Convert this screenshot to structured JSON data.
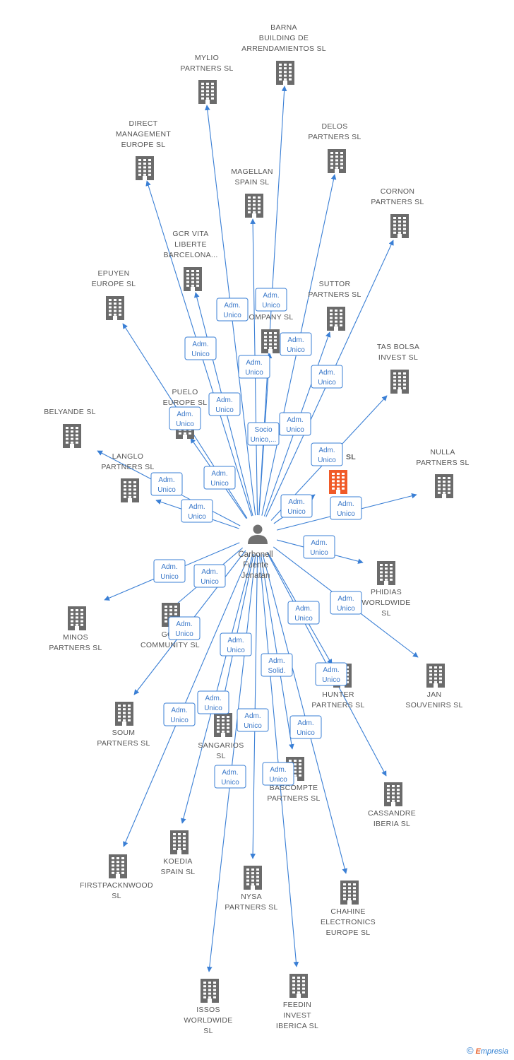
{
  "person": {
    "name_lines": [
      "Carbonell",
      "Fuente",
      "Jonatan"
    ]
  },
  "colors": {
    "edge": "#3a7fd5",
    "building": "#6b6b6b",
    "highlight": "#f05a28",
    "label": "#555555"
  },
  "companies": [
    {
      "id": "barna",
      "lines": [
        "BARNA",
        "BUILDING DE",
        "ARRENDAMIENTOS SL"
      ],
      "role_lines": [
        "Adm.",
        "Unico"
      ]
    },
    {
      "id": "mylio",
      "lines": [
        "MYLIO",
        "PARTNERS SL"
      ],
      "role_lines": [
        "Adm.",
        "Unico"
      ]
    },
    {
      "id": "direct",
      "lines": [
        "DIRECT",
        "MANAGEMENT",
        "EUROPE SL"
      ],
      "role_lines": [
        "Adm.",
        "Unico"
      ]
    },
    {
      "id": "delos",
      "lines": [
        "DELOS",
        "PARTNERS SL"
      ],
      "role_lines": [
        "Adm.",
        "Unico"
      ]
    },
    {
      "id": "magellan",
      "lines": [
        "MAGELLAN",
        "SPAIN SL"
      ],
      "role_lines": [
        "Adm.",
        "Unico"
      ]
    },
    {
      "id": "cornon",
      "lines": [
        "CORNON",
        "PARTNERS SL"
      ],
      "role_lines": [
        "Adm.",
        "Unico"
      ]
    },
    {
      "id": "gcr",
      "lines": [
        "GCR VITA",
        "LIBERTE",
        "BARCELONA..."
      ],
      "role_lines": [
        "Adm.",
        "Unico"
      ]
    },
    {
      "id": "epuyen",
      "lines": [
        "EPUYEN",
        "EUROPE SL"
      ],
      "role_lines": [
        "Adm.",
        "Unico"
      ]
    },
    {
      "id": "company",
      "lines": [
        "OMPANY SL"
      ],
      "role_lines": [
        "Socio",
        "Unico,..."
      ]
    },
    {
      "id": "suttor",
      "lines": [
        "SUTTOR",
        "PARTNERS SL"
      ],
      "role_lines": [
        "Adm.",
        "Unico"
      ]
    },
    {
      "id": "tasbolsa",
      "lines": [
        "TAS BOLSA",
        "INVEST SL"
      ],
      "role_lines": [
        "Adm.",
        "Unico"
      ]
    },
    {
      "id": "puelo",
      "lines": [
        "PUELO",
        "EUROPE SL"
      ],
      "role_lines": [
        "Adm.",
        "Unico"
      ]
    },
    {
      "id": "belyande",
      "lines": [
        "BELYANDE SL"
      ],
      "role_lines": [
        "Adm.",
        "Unico"
      ]
    },
    {
      "id": "langlo",
      "lines": [
        "LANGLO",
        "PARTNERS SL"
      ],
      "role_lines": [
        "Adm.",
        "Unico"
      ]
    },
    {
      "id": "highlight",
      "lines": [
        "SL"
      ],
      "role_lines": [
        "Adm.",
        "Unico"
      ]
    },
    {
      "id": "nulla",
      "lines": [
        "NULLA",
        "PARTNERS SL"
      ],
      "role_lines": [
        "Adm.",
        "Unico"
      ]
    },
    {
      "id": "phidias",
      "lines": [
        "PHIDIAS",
        "WORLDWIDE",
        "SL"
      ],
      "role_lines": [
        "Adm.",
        "Unico"
      ]
    },
    {
      "id": "minos",
      "lines": [
        "MINOS",
        "PARTNERS SL"
      ],
      "role_lines": [
        "Adm.",
        "Unico"
      ]
    },
    {
      "id": "gor",
      "lines": [
        "GOR",
        "COMMUNITY SL"
      ],
      "role_lines": [
        "Adm.",
        "Unico"
      ]
    },
    {
      "id": "jan",
      "lines": [
        "JAN",
        "SOUVENIRS SL"
      ],
      "role_lines": [
        "Adm.",
        "Unico"
      ]
    },
    {
      "id": "hunter",
      "lines": [
        "HUNTER",
        "PARTNERS SL"
      ],
      "role_lines": [
        "Adm.",
        "Unico"
      ]
    },
    {
      "id": "soum",
      "lines": [
        "SOUM",
        "PARTNERS SL"
      ],
      "role_lines": [
        "Adm.",
        "Unico"
      ]
    },
    {
      "id": "sangarios",
      "lines": [
        "SANGARIOS",
        "SL"
      ],
      "role_lines": [
        "Adm.",
        "Unico"
      ]
    },
    {
      "id": "bascompte",
      "lines": [
        "BASCOMPTE",
        "PARTNERS SL"
      ],
      "role_lines": [
        "Adm.",
        "Solid."
      ]
    },
    {
      "id": "cassandre",
      "lines": [
        "CASSANDRE",
        "IBERIA SL"
      ],
      "role_lines": [
        "Adm.",
        "Unico"
      ]
    },
    {
      "id": "firstpack",
      "lines": [
        "FIRSTPACKNWOOD",
        "SL"
      ],
      "role_lines": [
        "Adm.",
        "Unico"
      ]
    },
    {
      "id": "koedia",
      "lines": [
        "KOEDIA",
        "SPAIN SL"
      ],
      "role_lines": [
        "Adm.",
        "Unico"
      ]
    },
    {
      "id": "nysa",
      "lines": [
        "NYSA",
        "PARTNERS SL"
      ],
      "role_lines": [
        "Adm.",
        "Unico"
      ]
    },
    {
      "id": "chahine",
      "lines": [
        "CHAHINE",
        "ELECTRONICS",
        "EUROPE SL"
      ],
      "role_lines": [
        "Adm.",
        "Unico"
      ]
    },
    {
      "id": "issos",
      "lines": [
        "ISSOS",
        "WORLDWIDE",
        "SL"
      ],
      "role_lines": [
        "Adm.",
        "Unico"
      ]
    },
    {
      "id": "feedin",
      "lines": [
        "FEEDIN",
        "INVEST",
        "IBERICA SL"
      ],
      "role_lines": [
        "Adm.",
        "Unico"
      ]
    }
  ],
  "footer": {
    "copyright": "©",
    "brand_first": "E",
    "brand_rest": "mpresia"
  }
}
